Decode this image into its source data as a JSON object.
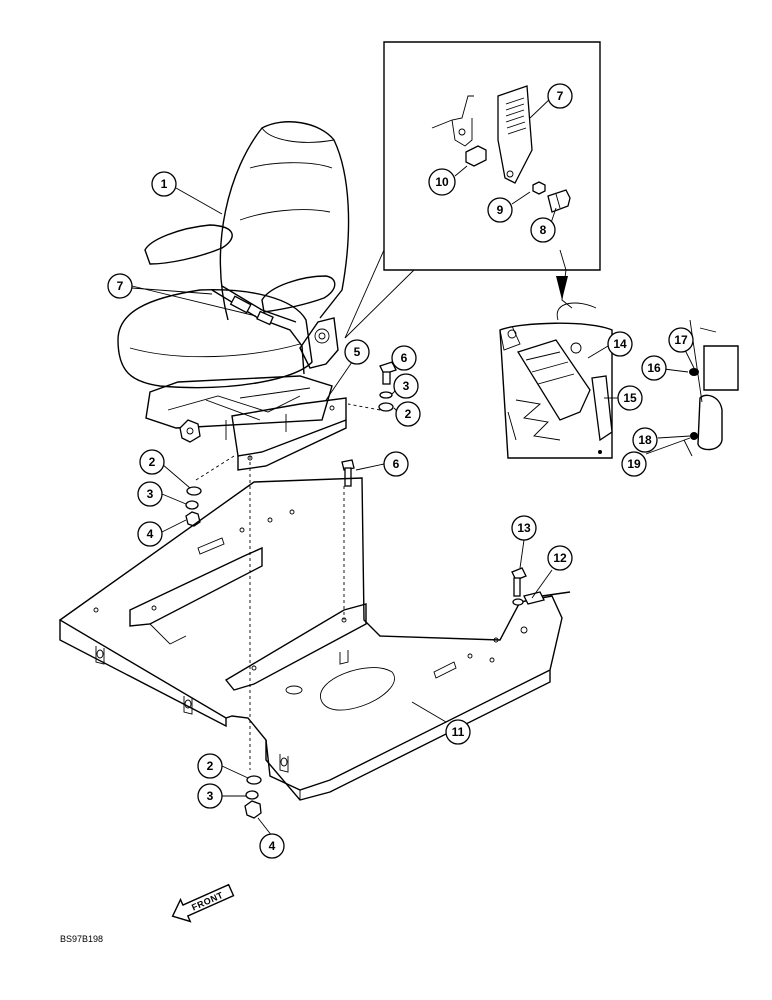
{
  "figure": {
    "reference_code": "BS97B198",
    "front_label": "FRONT"
  },
  "callouts": [
    {
      "id": "c1",
      "label": "1"
    },
    {
      "id": "c7a",
      "label": "7"
    },
    {
      "id": "c7b",
      "label": "7"
    },
    {
      "id": "c10",
      "label": "10"
    },
    {
      "id": "c9",
      "label": "9"
    },
    {
      "id": "c8",
      "label": "8"
    },
    {
      "id": "c5",
      "label": "5"
    },
    {
      "id": "c6a",
      "label": "6"
    },
    {
      "id": "c3a",
      "label": "3"
    },
    {
      "id": "c2a",
      "label": "2"
    },
    {
      "id": "c6b",
      "label": "6"
    },
    {
      "id": "c2b",
      "label": "2"
    },
    {
      "id": "c3b",
      "label": "3"
    },
    {
      "id": "c4a",
      "label": "4"
    },
    {
      "id": "c14",
      "label": "14"
    },
    {
      "id": "c15",
      "label": "15"
    },
    {
      "id": "c17",
      "label": "17"
    },
    {
      "id": "c16",
      "label": "16"
    },
    {
      "id": "c18",
      "label": "18"
    },
    {
      "id": "c19",
      "label": "19"
    },
    {
      "id": "c13",
      "label": "13"
    },
    {
      "id": "c12",
      "label": "12"
    },
    {
      "id": "c11",
      "label": "11"
    },
    {
      "id": "c2c",
      "label": "2"
    },
    {
      "id": "c3c",
      "label": "3"
    },
    {
      "id": "c4b",
      "label": "4"
    }
  ]
}
